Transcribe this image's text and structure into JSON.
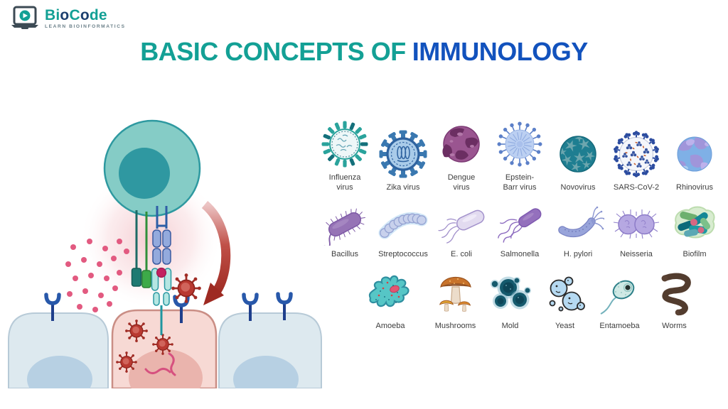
{
  "logo": {
    "bi": "Bi",
    "o1": "o",
    "c": "C",
    "o2": "o",
    "de": "de",
    "tagline": "LEARN BIOINFORMATICS",
    "icon": "laptop-play-icon"
  },
  "title": {
    "part1": "BASIC CONCEPTS OF",
    "part2": "IMMUNOLOGY"
  },
  "colors": {
    "title_teal": "#13a095",
    "title_blue": "#1252bd",
    "brand_teal": "#13a095",
    "brand_navy": "#1c3f6e",
    "immune_cell_teal": "#85ccc6",
    "infected_cell_pink": "#f7d9d4",
    "healthy_cell_blue": "#dde9ef",
    "virus_red": "#b93931",
    "arrow_red": "#9e2a22",
    "cytokine_pink": "#e25a80"
  },
  "illustration": {
    "icon": "immune-cell-attacking-infected-cell-illustration"
  },
  "pathogens": {
    "viruses": [
      {
        "label": "Influenza virus",
        "icon": "influenza-virus-icon"
      },
      {
        "label": "Zika virus",
        "icon": "zika-virus-icon"
      },
      {
        "label": "Dengue virus",
        "icon": "dengue-virus-icon"
      },
      {
        "label": "Epstein-Barr virus",
        "icon": "epstein-barr-virus-icon"
      },
      {
        "label": "Novovirus",
        "icon": "novovirus-icon"
      },
      {
        "label": "SARS-CoV-2",
        "icon": "sars-cov-2-icon"
      },
      {
        "label": "Rhinovirus",
        "icon": "rhinovirus-icon"
      }
    ],
    "bacteria": [
      {
        "label": "Bacillus",
        "icon": "bacillus-icon"
      },
      {
        "label": "Streptococcus",
        "icon": "streptococcus-icon"
      },
      {
        "label": "E. coli",
        "icon": "e-coli-icon"
      },
      {
        "label": "Salmonella",
        "icon": "salmonella-icon"
      },
      {
        "label": "H. pylori",
        "icon": "h-pylori-icon"
      },
      {
        "label": "Neisseria",
        "icon": "neisseria-icon"
      },
      {
        "label": "Biofilm",
        "icon": "biofilm-icon"
      }
    ],
    "fungi_and_parasites": [
      {
        "label": "Amoeba",
        "icon": "amoeba-icon"
      },
      {
        "label": "Mushrooms",
        "icon": "mushrooms-icon"
      },
      {
        "label": "Mold",
        "icon": "mold-icon"
      },
      {
        "label": "Yeast",
        "icon": "yeast-icon"
      },
      {
        "label": "Entamoeba",
        "icon": "entamoeba-icon"
      },
      {
        "label": "Worms",
        "icon": "worms-icon"
      }
    ]
  }
}
